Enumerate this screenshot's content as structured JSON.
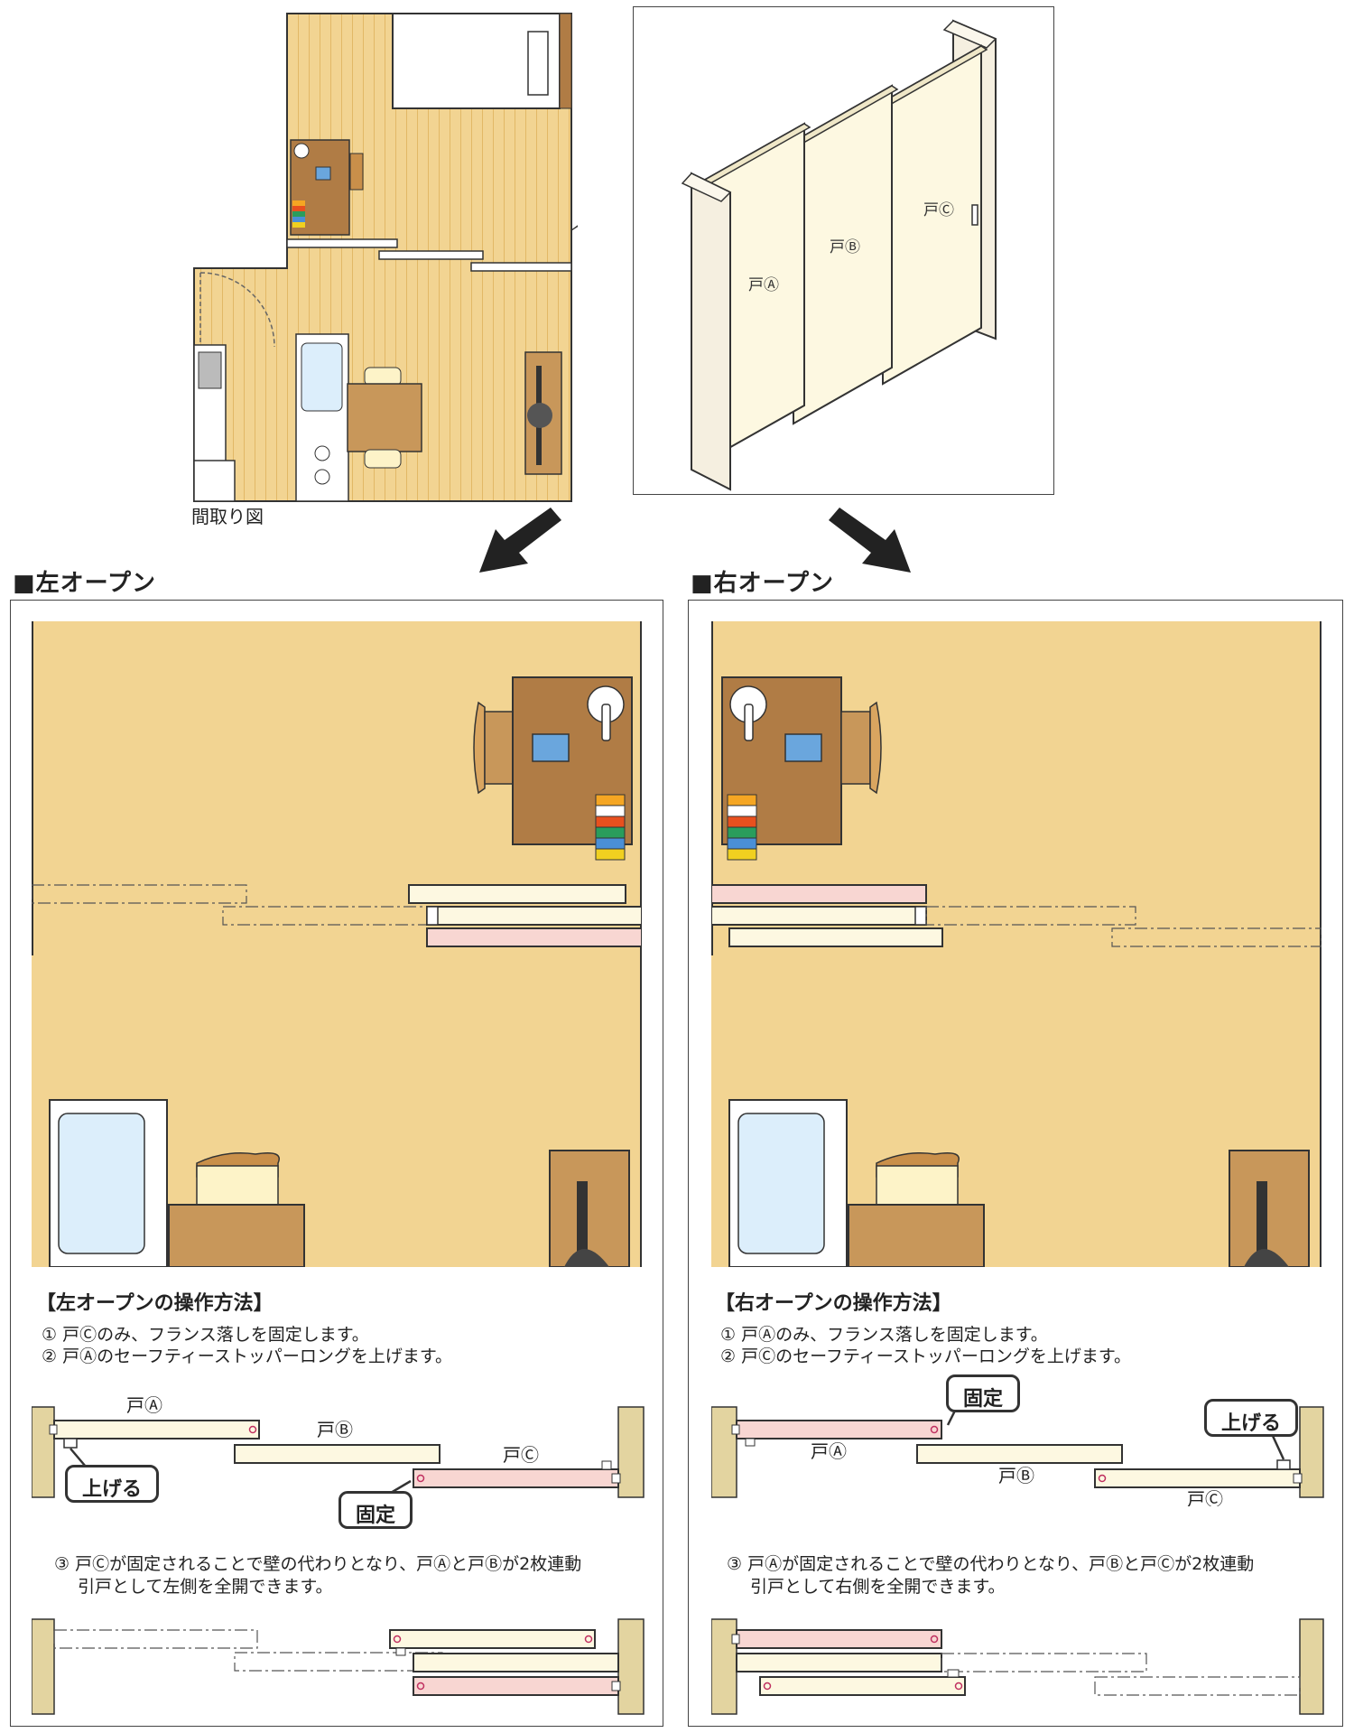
{
  "floorplan_caption": "間取り図",
  "doors_3d": {
    "door_a": "戸Ⓐ",
    "door_b": "戸Ⓑ",
    "door_c": "戸Ⓒ"
  },
  "left": {
    "heading": "■左オープン",
    "method_title": "【左オープンの操作方法】",
    "step1": "① 戸Ⓒのみ、フランス落しを固定します。",
    "step2": "② 戸Ⓐのセーフティーストッパーロングを上げます。",
    "label_a": "戸Ⓐ",
    "label_b": "戸Ⓑ",
    "label_c": "戸Ⓒ",
    "callout_lift": "上げる",
    "callout_fix": "固定",
    "step3_line1": "③ 戸Ⓒが固定されることで壁の代わりとなり、戸Ⓐと戸Ⓑが2枚連動",
    "step3_line2": "引戸として左側を全開できます。"
  },
  "right": {
    "heading": "■右オープン",
    "method_title": "【右オープンの操作方法】",
    "step1": "① 戸Ⓐのみ、フランス落しを固定します。",
    "step2": "② 戸Ⓒのセーフティーストッパーロングを上げます。",
    "label_a": "戸Ⓐ",
    "label_b": "戸Ⓑ",
    "label_c": "戸Ⓒ",
    "callout_lift": "上げる",
    "callout_fix": "固定",
    "step3_line1": "③ 戸Ⓐが固定されることで壁の代わりとなり、戸Ⓑと戸Ⓒが2枚連動",
    "step3_line2": "引戸として右側を全開できます。"
  },
  "colors": {
    "floor": "#f2d492",
    "desk": "#b07c45",
    "door_cream": "#fdf8e1",
    "door_pink": "#f8d6d2",
    "wall": "#e3d4a0",
    "monitor": "#6aa6dd"
  }
}
